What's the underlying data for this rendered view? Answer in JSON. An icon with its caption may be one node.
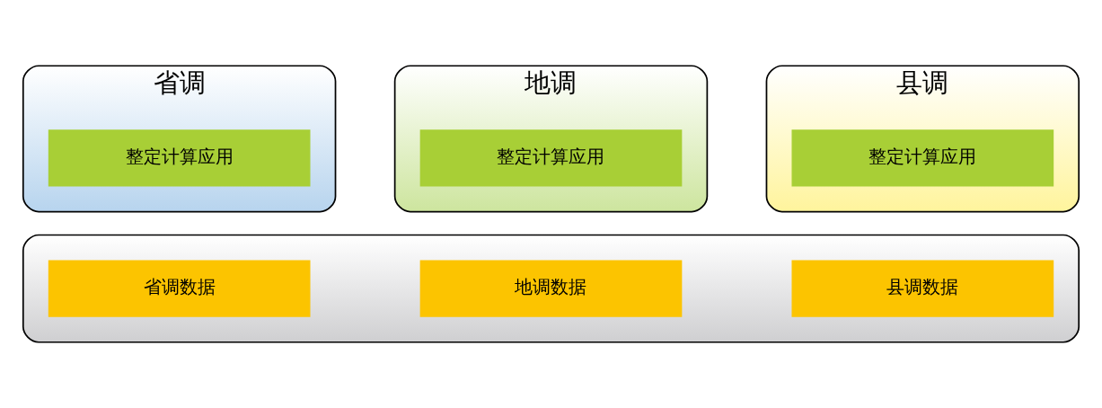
{
  "diagram": {
    "nodes": [
      {
        "text": [
          "省调"
        ]
      },
      {
        "text": [
          "整定计算应用"
        ],
        "in": 0
      },
      {
        "text": [
          "地调"
        ]
      },
      {
        "text": [
          "整定计算应用"
        ],
        "in": 2
      },
      {
        "text": [
          "县调"
        ]
      },
      {
        "text": [
          "整定计算应用"
        ],
        "in": 4
      },
      {
        "text": [],
        "shape": "box"
      },
      {
        "text": [
          "省调数据"
        ],
        "in": 6
      },
      {
        "text": [
          "地调数据"
        ],
        "in": 6
      },
      {
        "text": [
          "县调数据"
        ],
        "in": 6
      }
    ]
  }
}
